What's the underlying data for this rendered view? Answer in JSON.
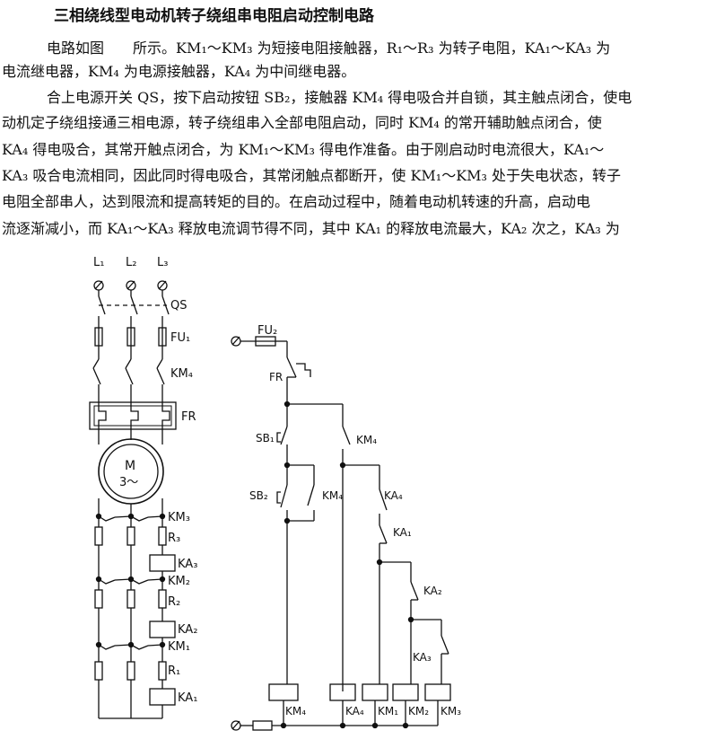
{
  "document": {
    "title": "三相绕线型电动机转子绕组串电阻启动控制电路",
    "p1_line1": "电路如图　　所示。KM₁～KM₃ 为短接电阻接触器，R₁～R₃ 为转子电阻，KA₁～KA₃ 为",
    "p1_line2": "电流继电器，KM₄ 为电源接触器，KA₄ 为中间继电器。",
    "p2_line1": "合上电源开关 QS，按下启动按钮 SB₂，接触器 KM₄ 得电吸合并自锁，其主触点闭合，使电",
    "p2_line2": "动机定子绕组接通三相电源，转子绕组串入全部电阻启动，同时 KM₄ 的常开辅助触点闭合，使",
    "p2_line3": "KA₄ 得电吸合，其常开触点闭合，为 KM₁～KM₃ 得电作准备。由于刚启动时电流很大，KA₁～",
    "p2_line4": "KA₃ 吸合电流相同，因此同时得电吸合，其常闭触点都断开，使 KM₁～KM₃ 处于失电状态，转子",
    "p2_line5": "电阻全部串人，达到限流和提高转矩的目的。在启动过程中，随着电动机转速的升高，启动电",
    "p2_line6": "流逐渐减小，而 KA₁～KA₃ 释放电流调节得不同，其中 KA₁ 的释放电流最大，KA₂ 次之，KA₃ 为"
  },
  "main_circuit": {
    "L1": "L₁",
    "L2": "L₂",
    "L3": "L₃",
    "QS": "QS",
    "FU1": "FU₁",
    "KM4": "KM₄",
    "FR": "FR",
    "motor_M": "M",
    "motor_phase": "3～",
    "KM3": "KM₃",
    "R3": "R₃",
    "KA3": "KA₃",
    "KM2": "KM₂",
    "R2": "R₂",
    "KA2": "KA₂",
    "KM1": "KM₁",
    "R1": "R₁",
    "KA1": "KA₁"
  },
  "control_circuit": {
    "FU2": "FU₂",
    "FR": "FR",
    "SB1": "SB₁",
    "SB2": "SB₂",
    "KM4_contact_top": "KM₄",
    "KM4_contact_hold": "KM₄",
    "KA4_contact": "KA₄",
    "KA1_contact": "KA₁",
    "KA2_contact": "KA₂",
    "KA3_contact": "KA₃",
    "coil_KM4": "KM₄",
    "coil_KA4": "KA₄",
    "coil_KM1": "KM₁",
    "coil_KM2": "KM₂",
    "coil_KM3": "KM₃"
  }
}
